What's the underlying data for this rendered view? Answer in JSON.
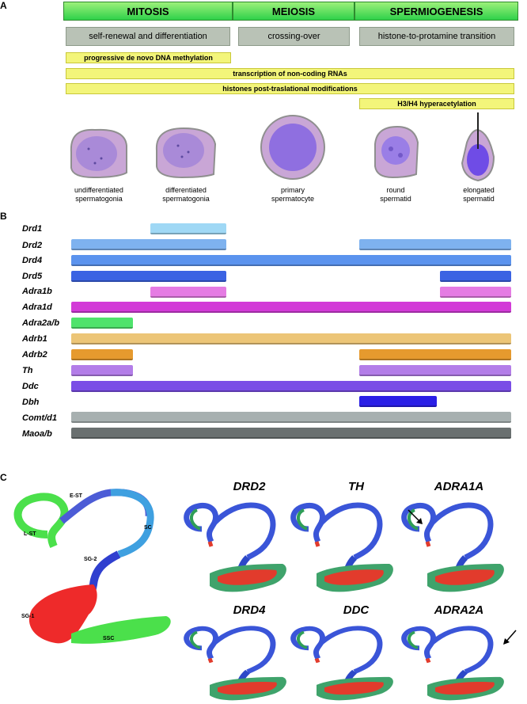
{
  "panels": {
    "a": "A",
    "b": "B",
    "c": "C"
  },
  "phases": [
    "MITOSIS",
    "MEIOSIS",
    "SPERMIOGENESIS"
  ],
  "processes": [
    "self-renewal and differentiation",
    "crossing-over",
    "histone-to-protamine transition"
  ],
  "yellow_bars": [
    "progressive de novo DNA methylation",
    "transcription of non-coding RNAs",
    "histones post-traslational modifications",
    "H3/H4 hyperacetylation"
  ],
  "cells": [
    [
      "undifferentiated",
      "spermatogonia"
    ],
    [
      "differentiated",
      "spermatogonia"
    ],
    [
      "primary",
      "spermatocyte"
    ],
    [
      "round",
      "spermatid"
    ],
    [
      "elongated",
      "spermatid"
    ]
  ],
  "genes": [
    {
      "name": "Drd1",
      "color": "#9fd8f5"
    },
    {
      "name": "Drd2",
      "color": "#7eb2ef"
    },
    {
      "name": "Drd4",
      "color": "#5b93ee"
    },
    {
      "name": "Drd5",
      "color": "#3b63e3"
    },
    {
      "name": "Adra1b",
      "color": "#e57ce3"
    },
    {
      "name": "Adra1d",
      "color": "#d23ad7"
    },
    {
      "name": "Adra2a/b",
      "color": "#4fe36c"
    },
    {
      "name": "Adrb1",
      "color": "#ecc577"
    },
    {
      "name": "Adrb2",
      "color": "#e69a2e"
    },
    {
      "name": "Th",
      "color": "#b37de8"
    },
    {
      "name": "Ddc",
      "color": "#7a4de6"
    },
    {
      "name": "Dbh",
      "color": "#2a1fe6"
    },
    {
      "name": "Comt/d1",
      "color": "#a7b0b0"
    },
    {
      "name": "Maoa/b",
      "color": "#6a7070"
    }
  ],
  "umap_labels": [
    "E-ST",
    "SC",
    "SG-2",
    "L-ST",
    "SG-1",
    "SSC"
  ],
  "umap_titles": [
    "DRD2",
    "TH",
    "ADRA1A",
    "DRD4",
    "DDC",
    "ADRA2A"
  ]
}
